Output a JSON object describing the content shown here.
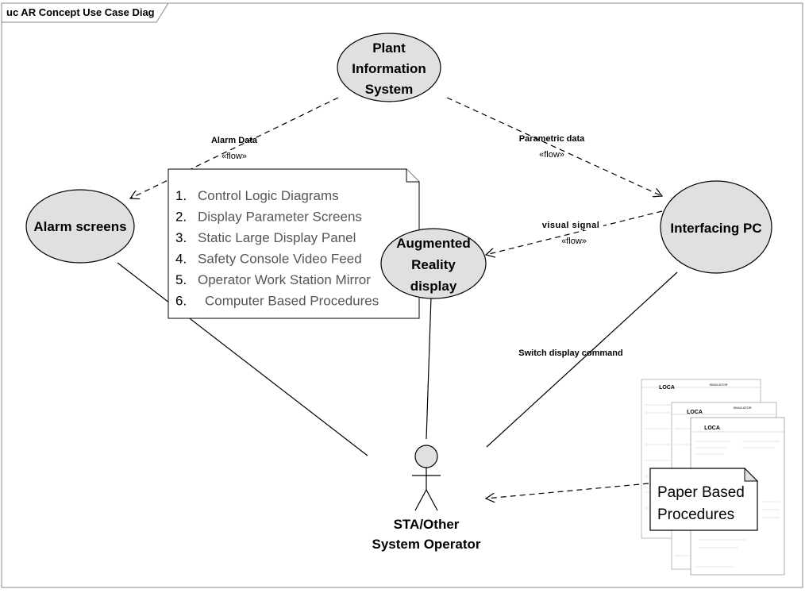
{
  "diagram": {
    "frame_title": "uc AR Concept Use Case Diag",
    "use_cases": {
      "plant_info": [
        "Plant",
        "Information",
        "System"
      ],
      "alarm_screens": [
        "Alarm screens"
      ],
      "ar_display": [
        "Augmented",
        "Reality",
        "display"
      ],
      "interfacing_pc": [
        "Interfacing PC"
      ]
    },
    "actor": [
      "STA/Other",
      "System Operator"
    ],
    "flows": {
      "alarm_data": "Alarm Data",
      "parametric_data": "Parametric data",
      "visual_signal": "visual signal",
      "stereotype": "«flow»"
    },
    "switch_command": "Switch display command",
    "note_items": [
      {
        "num": "1.",
        "text": "Control Logic Diagrams"
      },
      {
        "num": "2.",
        "text": "Display Parameter Screens"
      },
      {
        "num": "3.",
        "text": "Static Large Display Panel"
      },
      {
        "num": "4.",
        "text": "Safety Console Video Feed"
      },
      {
        "num": "5.",
        "text": "Operator Work Station Mirror"
      },
      {
        "num": "6.",
        "text": "Computer Based Procedures"
      }
    ],
    "paper_note": [
      "Paper Based",
      "Procedures"
    ],
    "doc_thumbnail": {
      "title": "LOCA",
      "header_right": "SIMULATOR"
    },
    "colors": {
      "use_case_fill": "#e0e0e0",
      "line": "#000000",
      "note_text": "#555555"
    }
  }
}
